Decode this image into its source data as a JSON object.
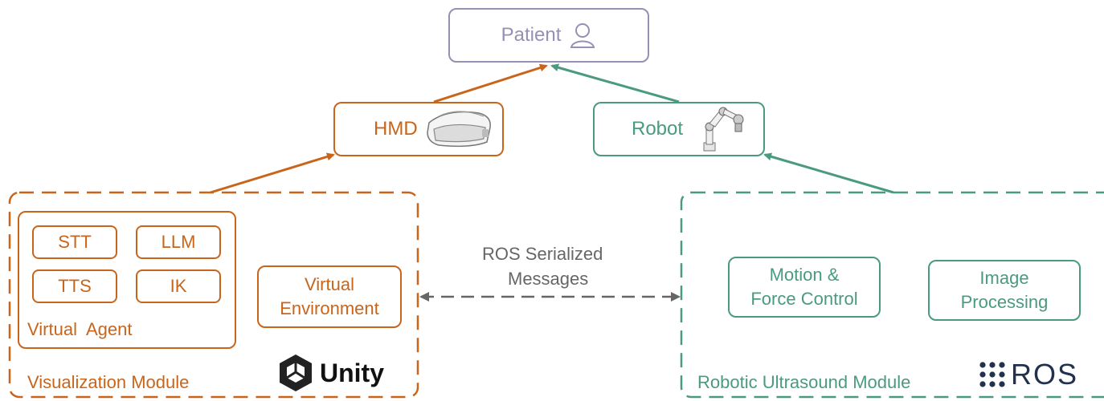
{
  "patient": {
    "label": "Patient"
  },
  "hmd": {
    "label": "HMD"
  },
  "robot": {
    "label": "Robot"
  },
  "visualization_module": {
    "label": "Visualization Module",
    "virtual_agent": {
      "label": "Virtual  Agent",
      "components": [
        "STT",
        "LLM",
        "TTS",
        "IK"
      ]
    },
    "virtual_environment": {
      "line1": "Virtual",
      "line2": "Environment"
    },
    "logo": {
      "text": "Unity"
    }
  },
  "robotic_module": {
    "label": "Robotic Ultrasound Module",
    "motion_control": {
      "line1": "Motion &",
      "line2": "Force Control"
    },
    "image_processing": {
      "line1": "Image",
      "line2": "Processing"
    },
    "logo": {
      "text": "ROS"
    }
  },
  "link": {
    "line1": "ROS Serialized",
    "line2": "Messages"
  },
  "colors": {
    "orange": "#c9651b",
    "green": "#4a9a82",
    "purple": "#9590b4",
    "grey": "#666666"
  }
}
